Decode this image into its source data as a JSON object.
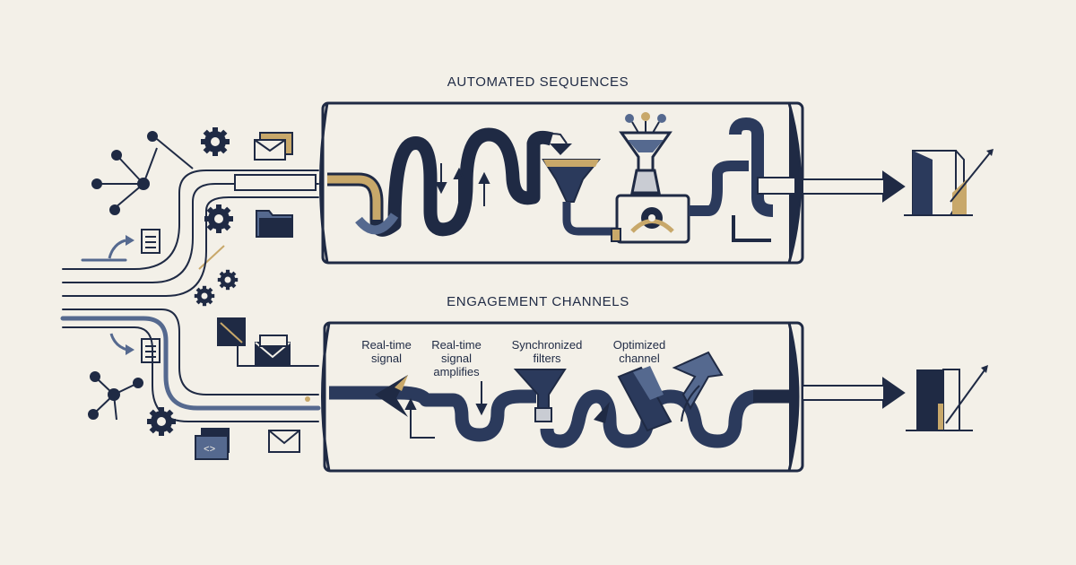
{
  "headings": {
    "top": "AUTOMATED SEQUENCES",
    "bottom": "ENGAGEMENT CHANNELS"
  },
  "stages": [
    {
      "line1": "Real-time",
      "line2": "signal",
      "line3": ""
    },
    {
      "line1": "Real-time",
      "line2": "signal",
      "line3": "amplifies"
    },
    {
      "line1": "Synchronized",
      "line2": "filters",
      "line3": ""
    },
    {
      "line1": "Optimized",
      "line2": "channel",
      "line3": ""
    }
  ],
  "icons": {
    "left_cluster": [
      "network-node-icon",
      "gear-icon",
      "envelope-icon",
      "folder-icon",
      "document-icon",
      "code-icon",
      "arrow-icon"
    ],
    "top_pipeline": [
      "funnel-icon",
      "valve-machine-icon",
      "exit-door-icon"
    ],
    "bottom_pipeline": [
      "funnel-icon",
      "arrow-icon",
      "exit-door-icon"
    ]
  },
  "colors": {
    "background": "#f3f0e8",
    "navy": "#1f2a44",
    "pipe": "#2b3a5c",
    "slate": "#55698f",
    "gold": "#c8a86a",
    "light_gray": "#c9ccd3"
  }
}
